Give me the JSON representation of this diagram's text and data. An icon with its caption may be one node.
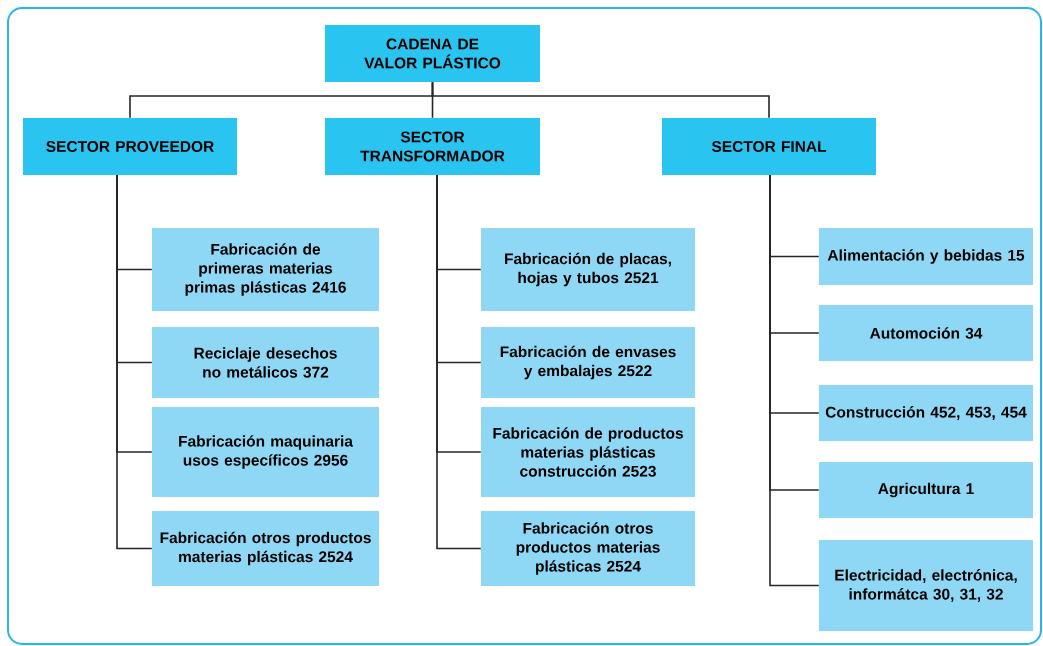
{
  "diagram": {
    "nodes": [
      {
        "text": [
          "CADENA DE VALOR PLÁSTICO"
        ]
      },
      {
        "text": [
          "SECTOR PROVEEDOR"
        ]
      },
      {
        "text": [
          "SECTOR TRANSFORMADOR"
        ]
      },
      {
        "text": [
          "SECTOR FINAL"
        ]
      },
      {
        "text": [
          "Fabricación de primeras materias primas plásticas 2416"
        ]
      },
      {
        "text": [
          "Reciclaje desechos no metálicos 372"
        ]
      },
      {
        "text": [
          "Fabricación maquinaria usos específicos 2956"
        ]
      },
      {
        "text": [
          "Fabricación otros productos materias plásticas 2524"
        ]
      },
      {
        "text": [
          "Fabricación de placas, hojas y tubos 2521"
        ]
      },
      {
        "text": [
          "Fabricación de envases y embalajes 2522"
        ]
      },
      {
        "text": [
          "Fabricación de productos materias plásticas construcción 2523"
        ]
      },
      {
        "text": [
          "Fabricación otros productos materias plásticas 2524"
        ]
      },
      {
        "text": [
          "Alimentación y bebidas 15"
        ]
      },
      {
        "text": [
          "Automoción 34"
        ]
      },
      {
        "text": [
          "Construcción 452, 453, 454"
        ]
      },
      {
        "text": [
          "Agricultura 1"
        ]
      },
      {
        "text": [
          "Electricidad, electrónica, informátca 30, 31, 32"
        ]
      }
    ],
    "edges": [
      {
        "from": 0,
        "to": 1,
        "arrow": "none"
      },
      {
        "from": 0,
        "to": 2,
        "arrow": "none"
      },
      {
        "from": 0,
        "to": 3,
        "arrow": "none"
      },
      {
        "from": 1,
        "to": 4,
        "arrow": "none"
      },
      {
        "from": 1,
        "to": 5,
        "arrow": "none"
      },
      {
        "from": 1,
        "to": 6,
        "arrow": "none"
      },
      {
        "from": 1,
        "to": 7,
        "arrow": "none"
      },
      {
        "from": 2,
        "to": 8,
        "arrow": "none"
      },
      {
        "from": 2,
        "to": 9,
        "arrow": "none"
      },
      {
        "from": 2,
        "to": 10,
        "arrow": "none"
      },
      {
        "from": 2,
        "to": 11,
        "arrow": "none"
      },
      {
        "from": 3,
        "to": 12,
        "arrow": "none"
      },
      {
        "from": 3,
        "to": 13,
        "arrow": "none"
      },
      {
        "from": 3,
        "to": 14,
        "arrow": "none"
      },
      {
        "from": 3,
        "to": 15,
        "arrow": "none"
      },
      {
        "from": 3,
        "to": 16,
        "arrow": "none"
      }
    ]
  }
}
